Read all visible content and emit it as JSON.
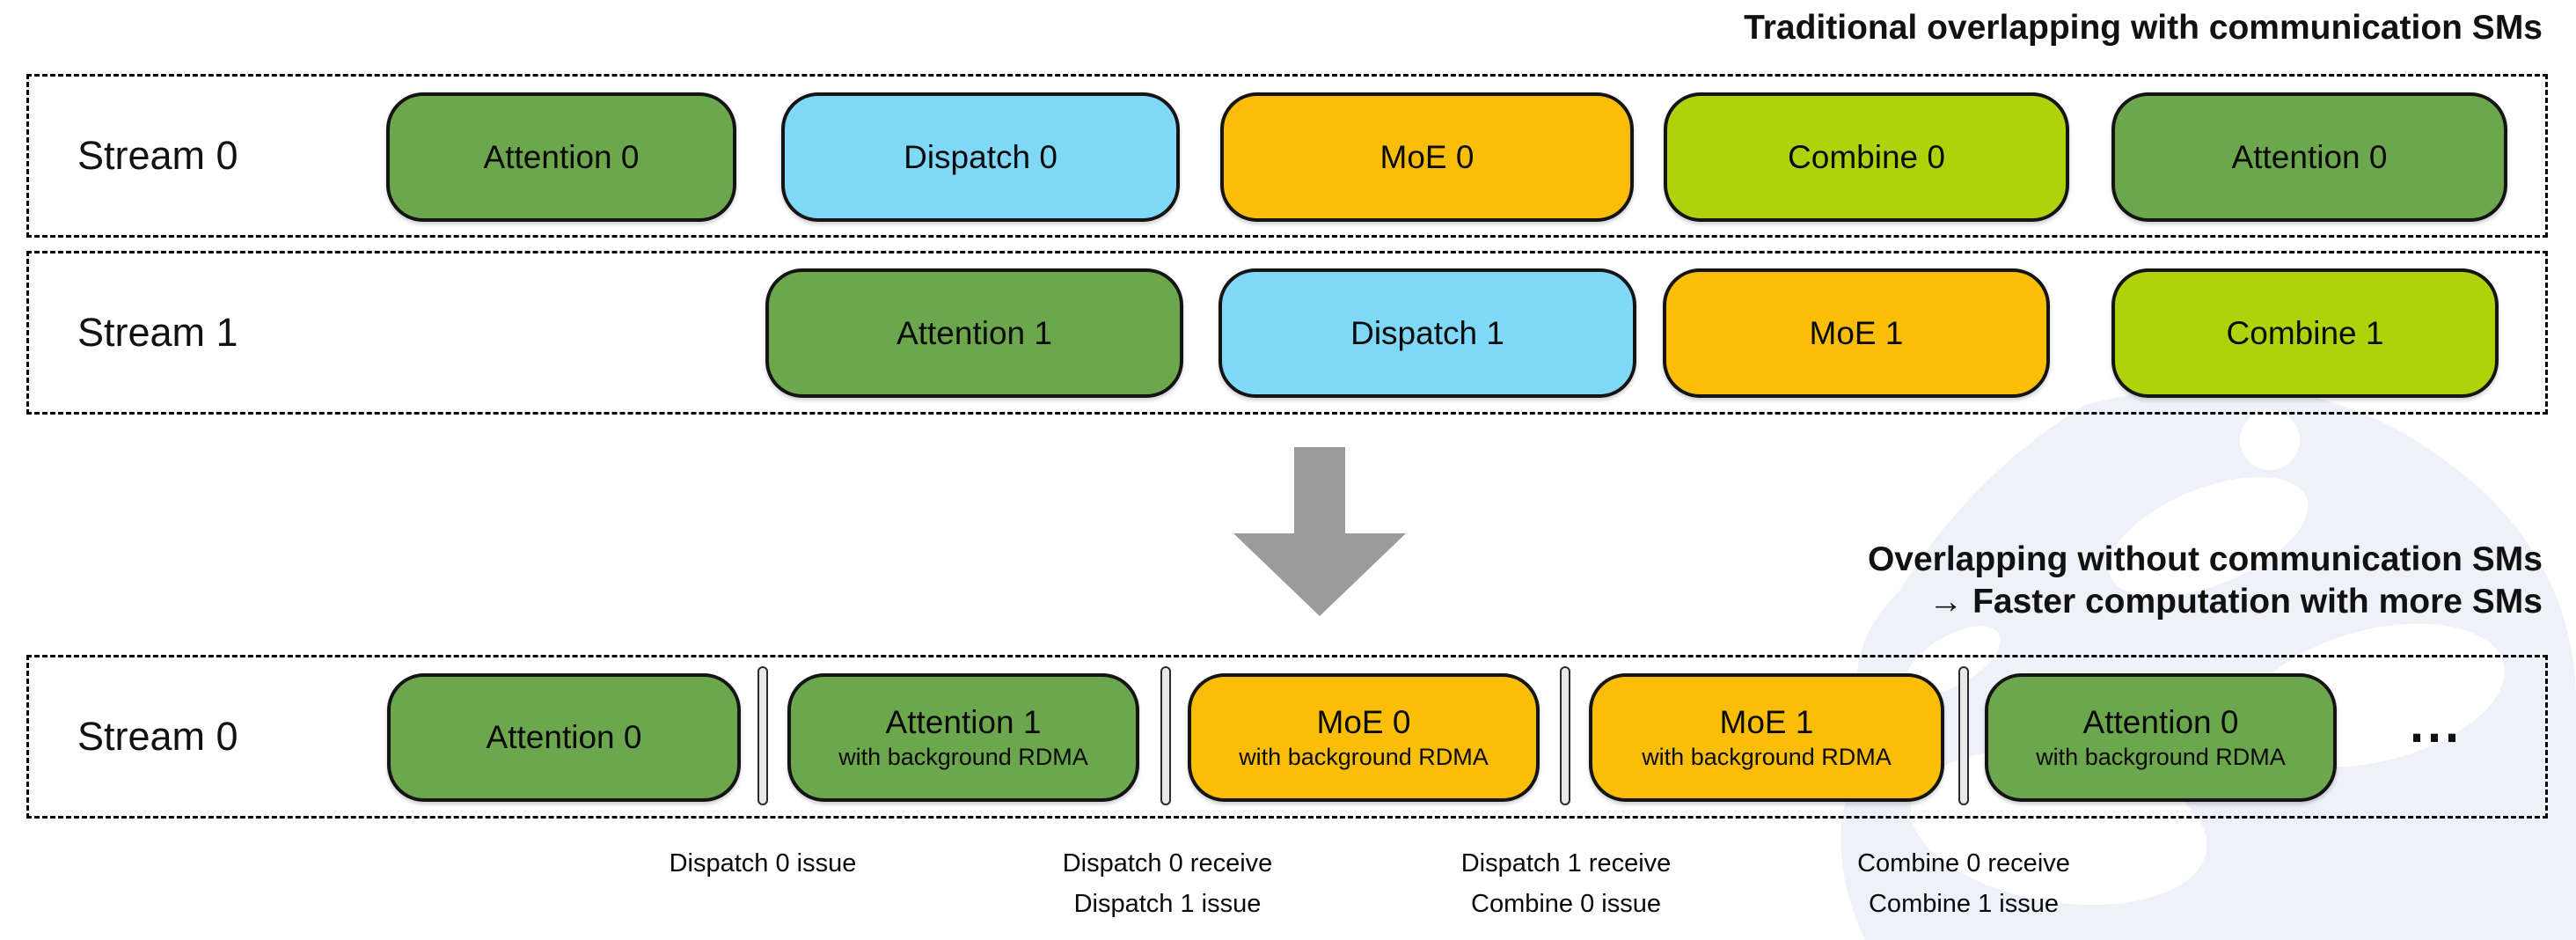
{
  "header": {
    "traditional_title": "Traditional overlapping with communication SMs"
  },
  "transition": {
    "line1": "Overlapping without communication SMs",
    "line2": "→ Faster computation with more SMs"
  },
  "colors": {
    "attention_green": "#6CA74D",
    "dispatch_blue": "#7FD8F6",
    "moe_amber": "#FBBE08",
    "combine_lime": "#AFD30B",
    "arrow_gray": "#9B9B9B",
    "watermark_tint": "#EEF1F8",
    "block_border": "#141414"
  },
  "lanes": [
    {
      "label": "Stream 0",
      "blocks": [
        {
          "label": "Attention 0",
          "color": "green"
        },
        {
          "label": "Dispatch 0",
          "color": "blue"
        },
        {
          "label": "MoE 0",
          "color": "amber"
        },
        {
          "label": "Combine 0",
          "color": "lime"
        },
        {
          "label": "Attention 0",
          "color": "green"
        }
      ]
    },
    {
      "label": "Stream 1",
      "blocks": [
        {
          "label": "Attention 1",
          "color": "green"
        },
        {
          "label": "Dispatch 1",
          "color": "blue"
        },
        {
          "label": "MoE 1",
          "color": "amber"
        },
        {
          "label": "Combine 1",
          "color": "lime"
        }
      ]
    },
    {
      "label": "Stream 0",
      "ellipsis": "⋯",
      "blocks": [
        {
          "title": "Attention 0",
          "subtitle": "",
          "color": "green"
        },
        {
          "title": "Attention 1",
          "subtitle": "with background RDMA",
          "color": "green"
        },
        {
          "title": "MoE 0",
          "subtitle": "with background RDMA",
          "color": "amber"
        },
        {
          "title": "MoE 1",
          "subtitle": "with background RDMA",
          "color": "amber"
        },
        {
          "title": "Attention 0",
          "subtitle": "with background RDMA",
          "color": "green"
        }
      ]
    }
  ],
  "annotations": [
    {
      "line1": "Dispatch 0 issue",
      "line2": ""
    },
    {
      "line1": "Dispatch 0 receive",
      "line2": "Dispatch 1 issue"
    },
    {
      "line1": "Dispatch 1 receive",
      "line2": "Combine 0 issue"
    },
    {
      "line1": "Combine 0 receive",
      "line2": "Combine 1 issue"
    }
  ]
}
